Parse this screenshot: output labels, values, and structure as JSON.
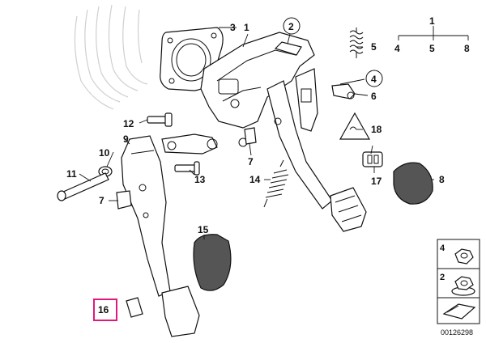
{
  "diagram": {
    "id_label": "00126298",
    "highlight_color": "#e0197d",
    "callouts": [
      {
        "key": "c1",
        "text": "1"
      },
      {
        "key": "c2",
        "text": "2"
      },
      {
        "key": "c3",
        "text": "3"
      },
      {
        "key": "c4",
        "text": "4"
      },
      {
        "key": "c5a",
        "text": "5"
      },
      {
        "key": "c6",
        "text": "6"
      },
      {
        "key": "c7a",
        "text": "7"
      },
      {
        "key": "c7b",
        "text": "7"
      },
      {
        "key": "c8",
        "text": "8"
      },
      {
        "key": "c9",
        "text": "9"
      },
      {
        "key": "c10",
        "text": "10"
      },
      {
        "key": "c11",
        "text": "11"
      },
      {
        "key": "c12",
        "text": "12"
      },
      {
        "key": "c13",
        "text": "13"
      },
      {
        "key": "c14",
        "text": "14"
      },
      {
        "key": "c15",
        "text": "15"
      },
      {
        "key": "c16",
        "text": "16"
      },
      {
        "key": "c17",
        "text": "17"
      },
      {
        "key": "c18",
        "text": "18"
      }
    ],
    "tree": {
      "root": "1",
      "children": [
        "4",
        "5",
        "8"
      ]
    },
    "legend": [
      {
        "text": "4",
        "icon": "nut-icon"
      },
      {
        "text": "2",
        "icon": "flange-nut-icon"
      }
    ]
  }
}
